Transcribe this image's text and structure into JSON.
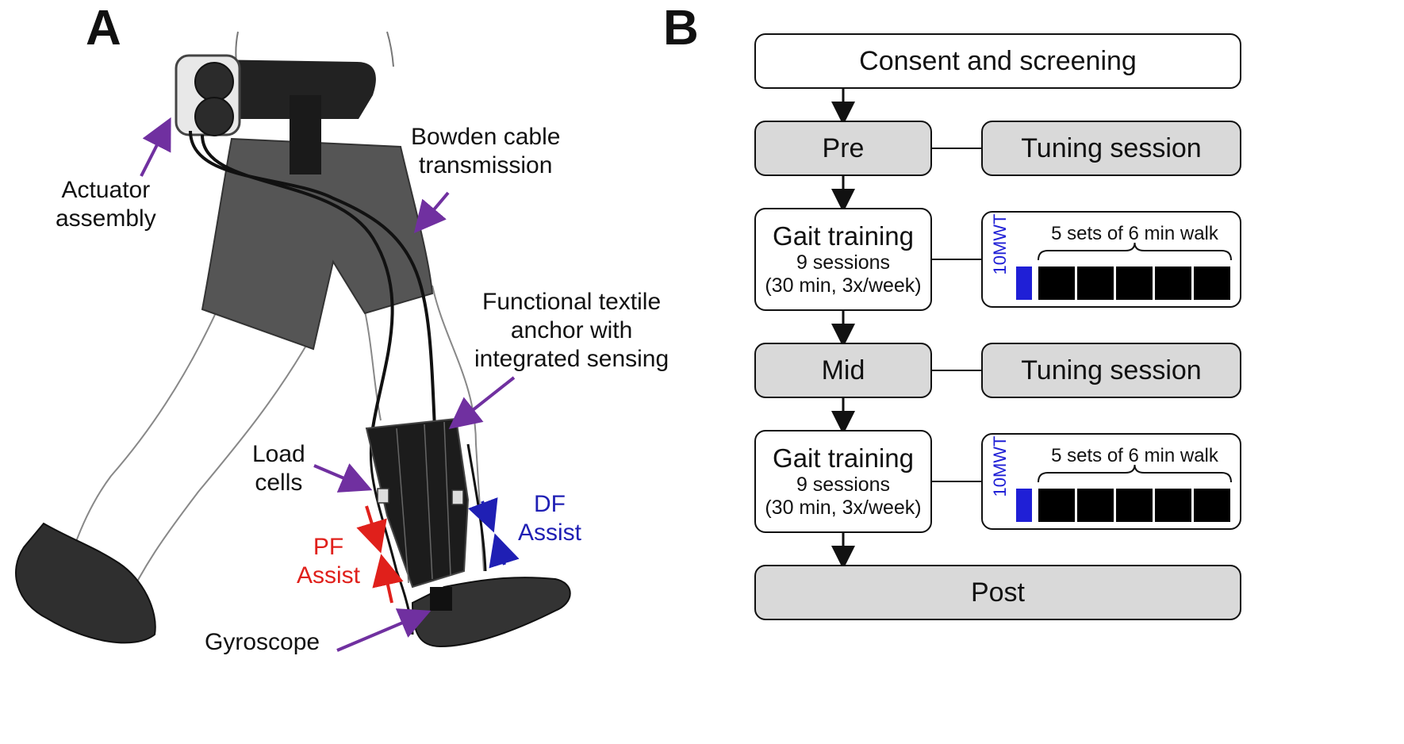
{
  "panel_a": {
    "letter": "A",
    "labels": {
      "actuator_l1": "Actuator",
      "actuator_l2": "assembly",
      "bowden_l1": "Bowden cable",
      "bowden_l2": "transmission",
      "textile_l1": "Functional textile",
      "textile_l2": "anchor with",
      "textile_l3": "integrated sensing",
      "load_l1": "Load",
      "load_l2": "cells",
      "df_l1": "DF",
      "df_l2": "Assist",
      "pf_l1": "PF",
      "pf_l2": "Assist",
      "gyroscope": "Gyroscope"
    },
    "colors": {
      "pointer": "#7030a0",
      "pf": "#e0201b",
      "df": "#1f1fb4"
    }
  },
  "panel_b": {
    "letter": "B",
    "consent": "Consent and screening",
    "pre": "Pre",
    "tuning_1": "Tuning session",
    "gait_1": {
      "title": "Gait training",
      "line2": "9 sessions",
      "line3": "(30 min, 3x/week)"
    },
    "detail_1": {
      "test": "10MWT",
      "sets": "5 sets of 6 min walk"
    },
    "mid": "Mid",
    "tuning_2": "Tuning session",
    "gait_2": {
      "title": "Gait training",
      "line2": "9 sessions",
      "line3": "(30 min, 3x/week)"
    },
    "detail_2": {
      "test": "10MWT",
      "sets": "5 sets of 6 min walk"
    },
    "post": "Post",
    "colors": {
      "box_fill": "#d9d9d9",
      "test_bar": "#1f1fd6",
      "walk_block": "#000000"
    }
  }
}
